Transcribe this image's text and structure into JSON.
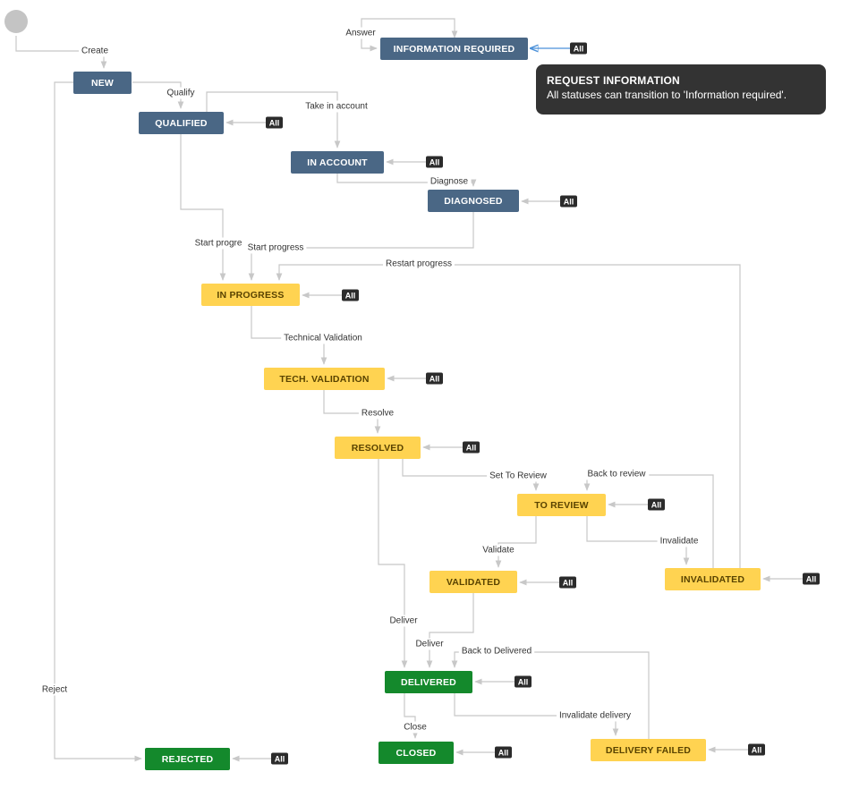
{
  "colors": {
    "todo": "#4a6785",
    "in_progress": "#ffd351",
    "done": "#14892c",
    "todo_text": "#ffffff",
    "in_progress_text": "#594300",
    "done_text": "#ffffff",
    "start_circle": "#c4c4c4",
    "all_badge": "#2b2b2b",
    "info_box": "#333333"
  },
  "all_label": "All",
  "info": {
    "title": "REQUEST INFORMATION",
    "body": "All statuses can transition to 'Information required'."
  },
  "statuses": [
    {
      "id": "info_required",
      "label": "INFORMATION REQUIRED",
      "category": "todo"
    },
    {
      "id": "new",
      "label": "NEW",
      "category": "todo"
    },
    {
      "id": "qualified",
      "label": "QUALIFIED",
      "category": "todo"
    },
    {
      "id": "in_account",
      "label": "IN ACCOUNT",
      "category": "todo"
    },
    {
      "id": "diagnosed",
      "label": "DIAGNOSED",
      "category": "todo"
    },
    {
      "id": "in_progress",
      "label": "IN PROGRESS",
      "category": "in_progress"
    },
    {
      "id": "tech_validation",
      "label": "TECH. VALIDATION",
      "category": "in_progress"
    },
    {
      "id": "resolved",
      "label": "RESOLVED",
      "category": "in_progress"
    },
    {
      "id": "to_review",
      "label": "TO REVIEW",
      "category": "in_progress"
    },
    {
      "id": "validated",
      "label": "VALIDATED",
      "category": "in_progress"
    },
    {
      "id": "invalidated",
      "label": "INVALIDATED",
      "category": "in_progress"
    },
    {
      "id": "delivered",
      "label": "DELIVERED",
      "category": "done"
    },
    {
      "id": "rejected",
      "label": "REJECTED",
      "category": "done"
    },
    {
      "id": "closed",
      "label": "CLOSED",
      "category": "done"
    },
    {
      "id": "delivery_failed",
      "label": "DELIVERY FAILED",
      "category": "in_progress"
    }
  ],
  "transitions": [
    {
      "id": "create",
      "label": "Create",
      "from": "start",
      "to": "new"
    },
    {
      "id": "answer",
      "label": "Answer",
      "from": "info_required",
      "to": "info_required"
    },
    {
      "id": "qualify",
      "label": "Qualify",
      "from": "new",
      "to": "qualified"
    },
    {
      "id": "take_in_account",
      "label": "Take in account",
      "from": "qualified",
      "to": "in_account"
    },
    {
      "id": "diagnose",
      "label": "Diagnose",
      "from": "in_account",
      "to": "diagnosed"
    },
    {
      "id": "start_progress_1",
      "label": "Start progre",
      "from": "qualified",
      "to": "in_progress"
    },
    {
      "id": "start_progress_2",
      "label": "Start progress",
      "from": "diagnosed",
      "to": "in_progress"
    },
    {
      "id": "restart_progress",
      "label": "Restart progress",
      "from": "invalidated",
      "to": "in_progress"
    },
    {
      "id": "technical_validation",
      "label": "Technical Validation",
      "from": "in_progress",
      "to": "tech_validation"
    },
    {
      "id": "resolve",
      "label": "Resolve",
      "from": "tech_validation",
      "to": "resolved"
    },
    {
      "id": "set_to_review",
      "label": "Set To Review",
      "from": "resolved",
      "to": "to_review"
    },
    {
      "id": "back_to_review",
      "label": "Back to review",
      "from": "invalidated",
      "to": "to_review"
    },
    {
      "id": "validate",
      "label": "Validate",
      "from": "to_review",
      "to": "validated"
    },
    {
      "id": "invalidate",
      "label": "Invalidate",
      "from": "to_review",
      "to": "invalidated"
    },
    {
      "id": "deliver_1",
      "label": "Deliver",
      "from": "resolved",
      "to": "delivered"
    },
    {
      "id": "deliver_2",
      "label": "Deliver",
      "from": "validated",
      "to": "delivered"
    },
    {
      "id": "back_to_delivered",
      "label": "Back to Delivered",
      "from": "delivery_failed",
      "to": "delivered"
    },
    {
      "id": "reject",
      "label": "Reject",
      "from": "new",
      "to": "rejected"
    },
    {
      "id": "close",
      "label": "Close",
      "from": "delivered",
      "to": "closed"
    },
    {
      "id": "invalidate_delivery",
      "label": "Invalidate delivery",
      "from": "delivered",
      "to": "delivery_failed"
    }
  ]
}
